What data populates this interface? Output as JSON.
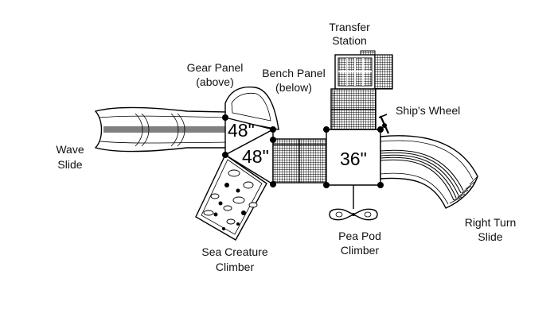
{
  "labels": {
    "transfer_station": [
      "Transfer",
      "Station"
    ],
    "gear_panel": [
      "Gear Panel",
      "(above)"
    ],
    "bench_panel": [
      "Bench Panel",
      "(below)"
    ],
    "ships_wheel": "Ship's Wheel",
    "wave_slide": [
      "Wave",
      "Slide"
    ],
    "sea_creature_climber": [
      "Sea Creature",
      "Climber"
    ],
    "pea_pod_climber": [
      "Pea Pod",
      "Climber"
    ],
    "right_turn_slide": [
      "Right Turn",
      "Slide"
    ]
  },
  "heights": {
    "upper_deck": "48\"",
    "lower_deck": "48\"",
    "main_deck": "36\""
  }
}
